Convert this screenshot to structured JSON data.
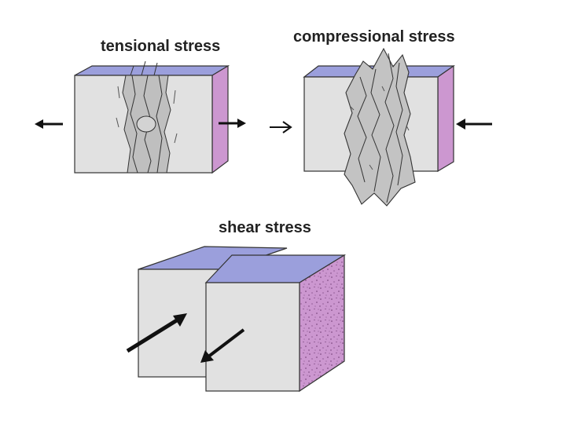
{
  "panels": {
    "tensional": {
      "label": "tensional stress"
    },
    "compressional": {
      "label": "compressional stress"
    },
    "shear": {
      "label": "shear stress"
    }
  },
  "colors": {
    "front_face": "#e1e1e1",
    "top_face": "#9b9fdc",
    "side_face": "#cc97d0",
    "fracture": "#bcbcbc",
    "outline": "#333333",
    "arrow": "#111111"
  },
  "icons": [
    "arrow-left-icon",
    "arrow-right-icon"
  ]
}
